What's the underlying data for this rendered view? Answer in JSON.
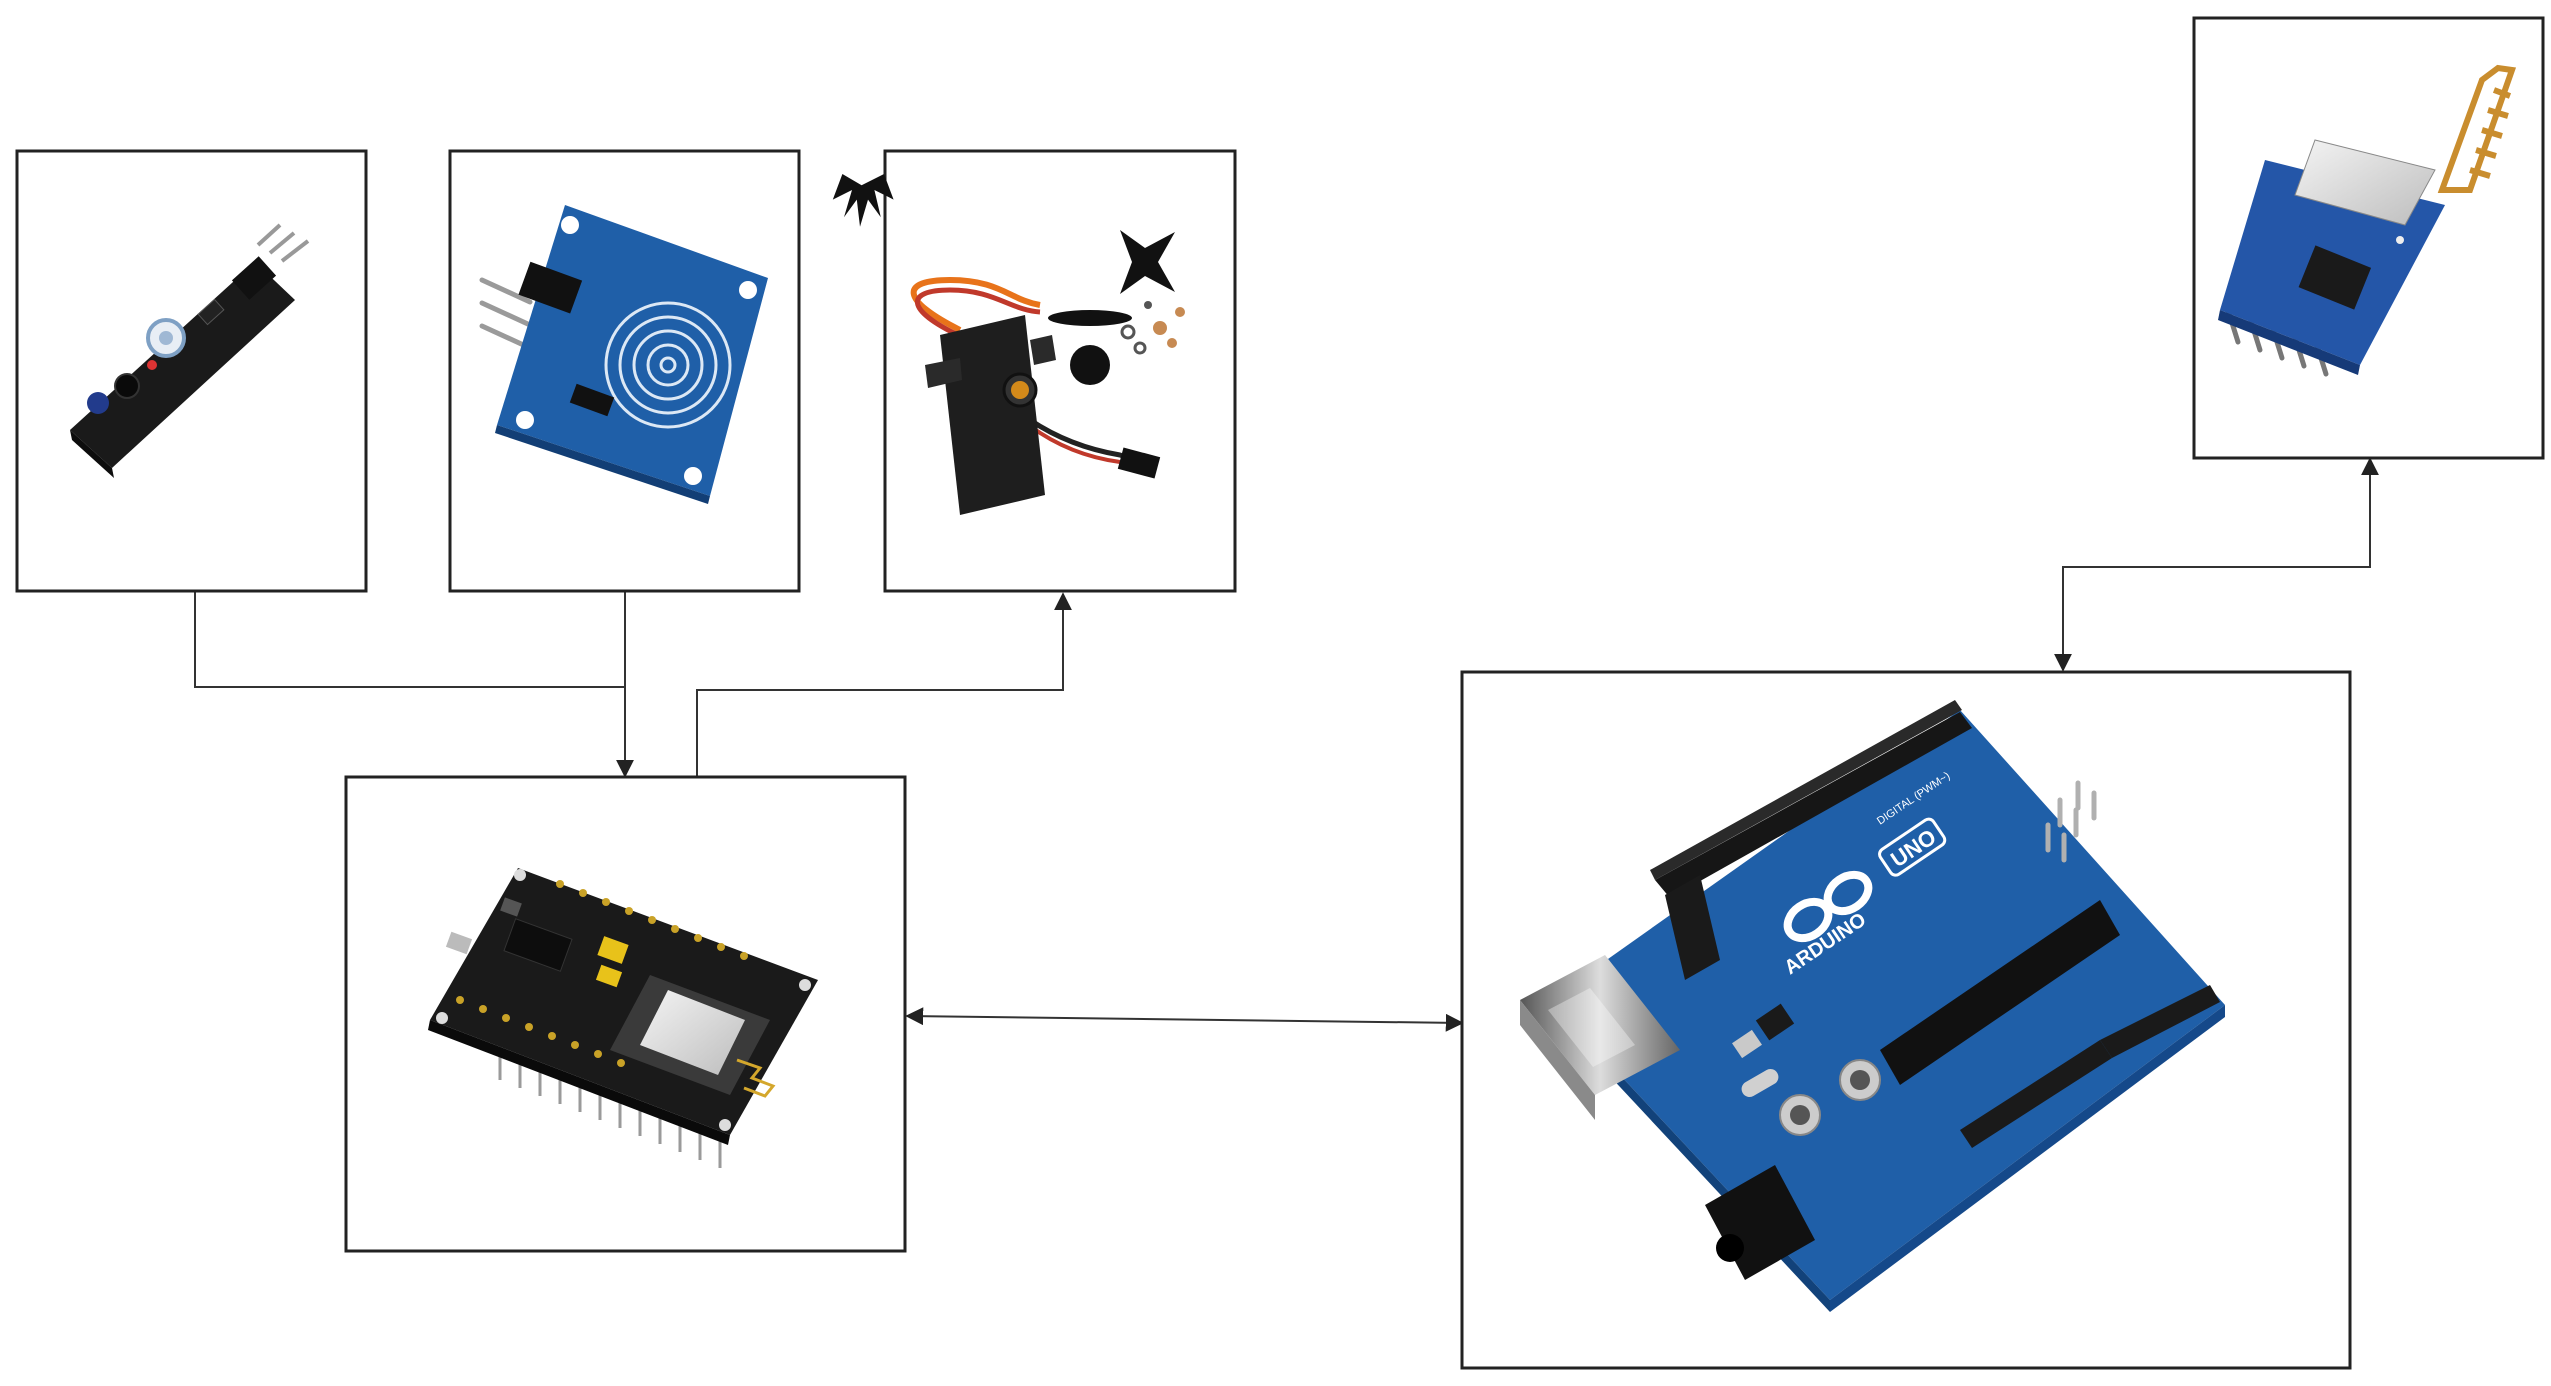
{
  "diagram": {
    "nodes": [
      {
        "id": "ir-sensor",
        "picture": "IR obstacle sensor module"
      },
      {
        "id": "touch-sensor",
        "picture": "capacitive touch sensor module"
      },
      {
        "id": "servo",
        "picture": "servo motor with horns"
      },
      {
        "id": "rf-module",
        "picture": "wireless transceiver module with spring antenna"
      },
      {
        "id": "nodemcu",
        "picture": "NodeMCU ESP8266 board"
      },
      {
        "id": "arduino",
        "picture": "Arduino UNO board"
      }
    ],
    "edges": [
      {
        "from": "ir-sensor",
        "to": "nodemcu",
        "arrow": "end"
      },
      {
        "from": "touch-sensor",
        "to": "nodemcu",
        "arrow": "end"
      },
      {
        "from": "nodemcu",
        "to": "servo",
        "arrow": "end"
      },
      {
        "from": "nodemcu",
        "to": "arduino",
        "arrow": "both"
      },
      {
        "from": "arduino",
        "to": "rf-module",
        "arrow": "both"
      }
    ],
    "board_texts": {
      "arduino_brand": "ARDUINO",
      "arduino_model": "UNO",
      "arduino_header": "DIGITAL (PWM~)"
    },
    "colors": {
      "box_border": "#222222",
      "connector": "#333333",
      "pcb_blue": "#1f5fa8",
      "pcb_black": "#1a1a1a",
      "servo_orange": "#e8731a"
    }
  }
}
